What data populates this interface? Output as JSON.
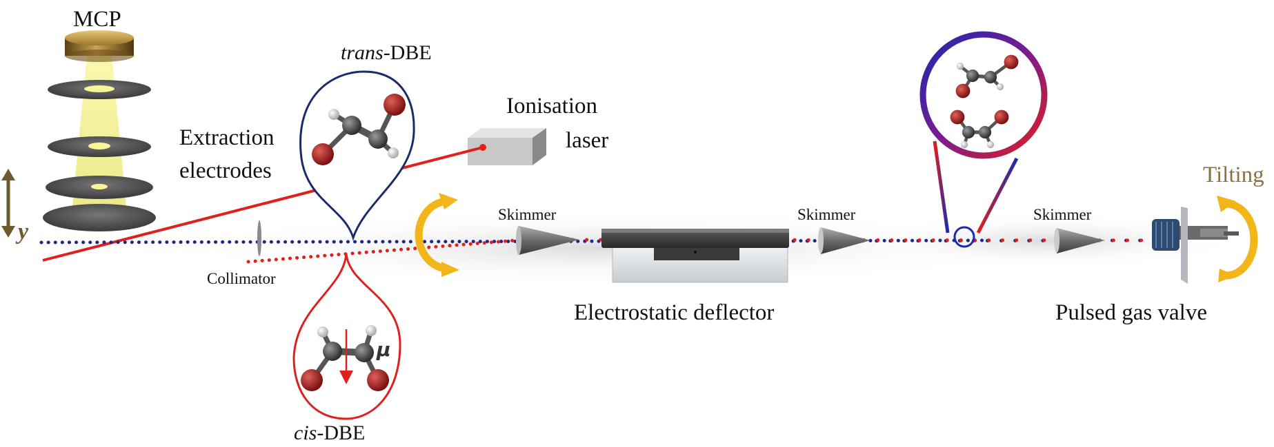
{
  "labels": {
    "mcp": "MCP",
    "trans_prefix": "trans",
    "trans_suffix": "-DBE",
    "ionisation_line1": "Ionisation",
    "ionisation_line2": "laser",
    "extraction_line1": "Extraction",
    "extraction_line2": "electrodes",
    "y_axis": "y",
    "collimator": "Collimator",
    "skimmer_1": "Skimmer",
    "skimmer_2": "Skimmer",
    "skimmer_3": "Skimmer",
    "electrostatic_deflector": "Electrostatic deflector",
    "tilting": "Tilting",
    "pulsed_gas_valve": "Pulsed gas valve",
    "cis_prefix": "cis",
    "cis_suffix": "-DBE",
    "dipole": "μ"
  },
  "colors": {
    "trans_beam": "#1b2a8a",
    "cis_beam": "#e0201e",
    "laser": "#e0201e",
    "arrow": "#f2b51a",
    "tilting_text": "#8a7240",
    "y_arrow": "#6e5a2e",
    "mcp_gold": "#b08a3a",
    "phosphor": "#f4f07a"
  },
  "icons": [
    "mcp-detector-icon",
    "extraction-electrode-icon",
    "laser-box-icon",
    "collimator-icon",
    "skimmer-icon",
    "deflector-icon",
    "pulsed-valve-icon",
    "rotation-arrow-icon",
    "molecule-icon"
  ]
}
